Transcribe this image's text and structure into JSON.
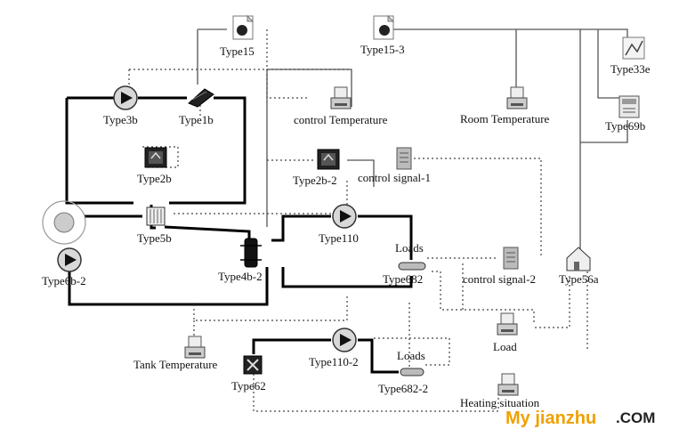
{
  "components": {
    "type15": "Type15",
    "type15_3": "Type15-3",
    "type33e": "Type33e",
    "type3b": "Type3b",
    "type1b": "Type1b",
    "control_temperature": "control Temperature",
    "room_temperature": "Room Temperature",
    "type69b": "Type69b",
    "type2b": "Type2b",
    "type2b_2": "Type2b-2",
    "control_signal_1": "control signal-1",
    "type5b": "Type5b",
    "type110": "Type110",
    "loads_1": "Loads",
    "type6b_2": "Type6b-2",
    "type4b_2": "Type4b-2",
    "type682": "Type682",
    "control_signal_2": "control signal-2",
    "type56a": "Type56a",
    "load": "Load",
    "tank_temperature": "Tank Temperature",
    "type110_2": "Type110-2",
    "loads_2": "Loads",
    "type62": "Type62",
    "type682_2": "Type682-2",
    "heating_situation": "Heating situation"
  },
  "watermark": {
    "brand": "My jianzhu",
    "suffix": ".COM"
  }
}
